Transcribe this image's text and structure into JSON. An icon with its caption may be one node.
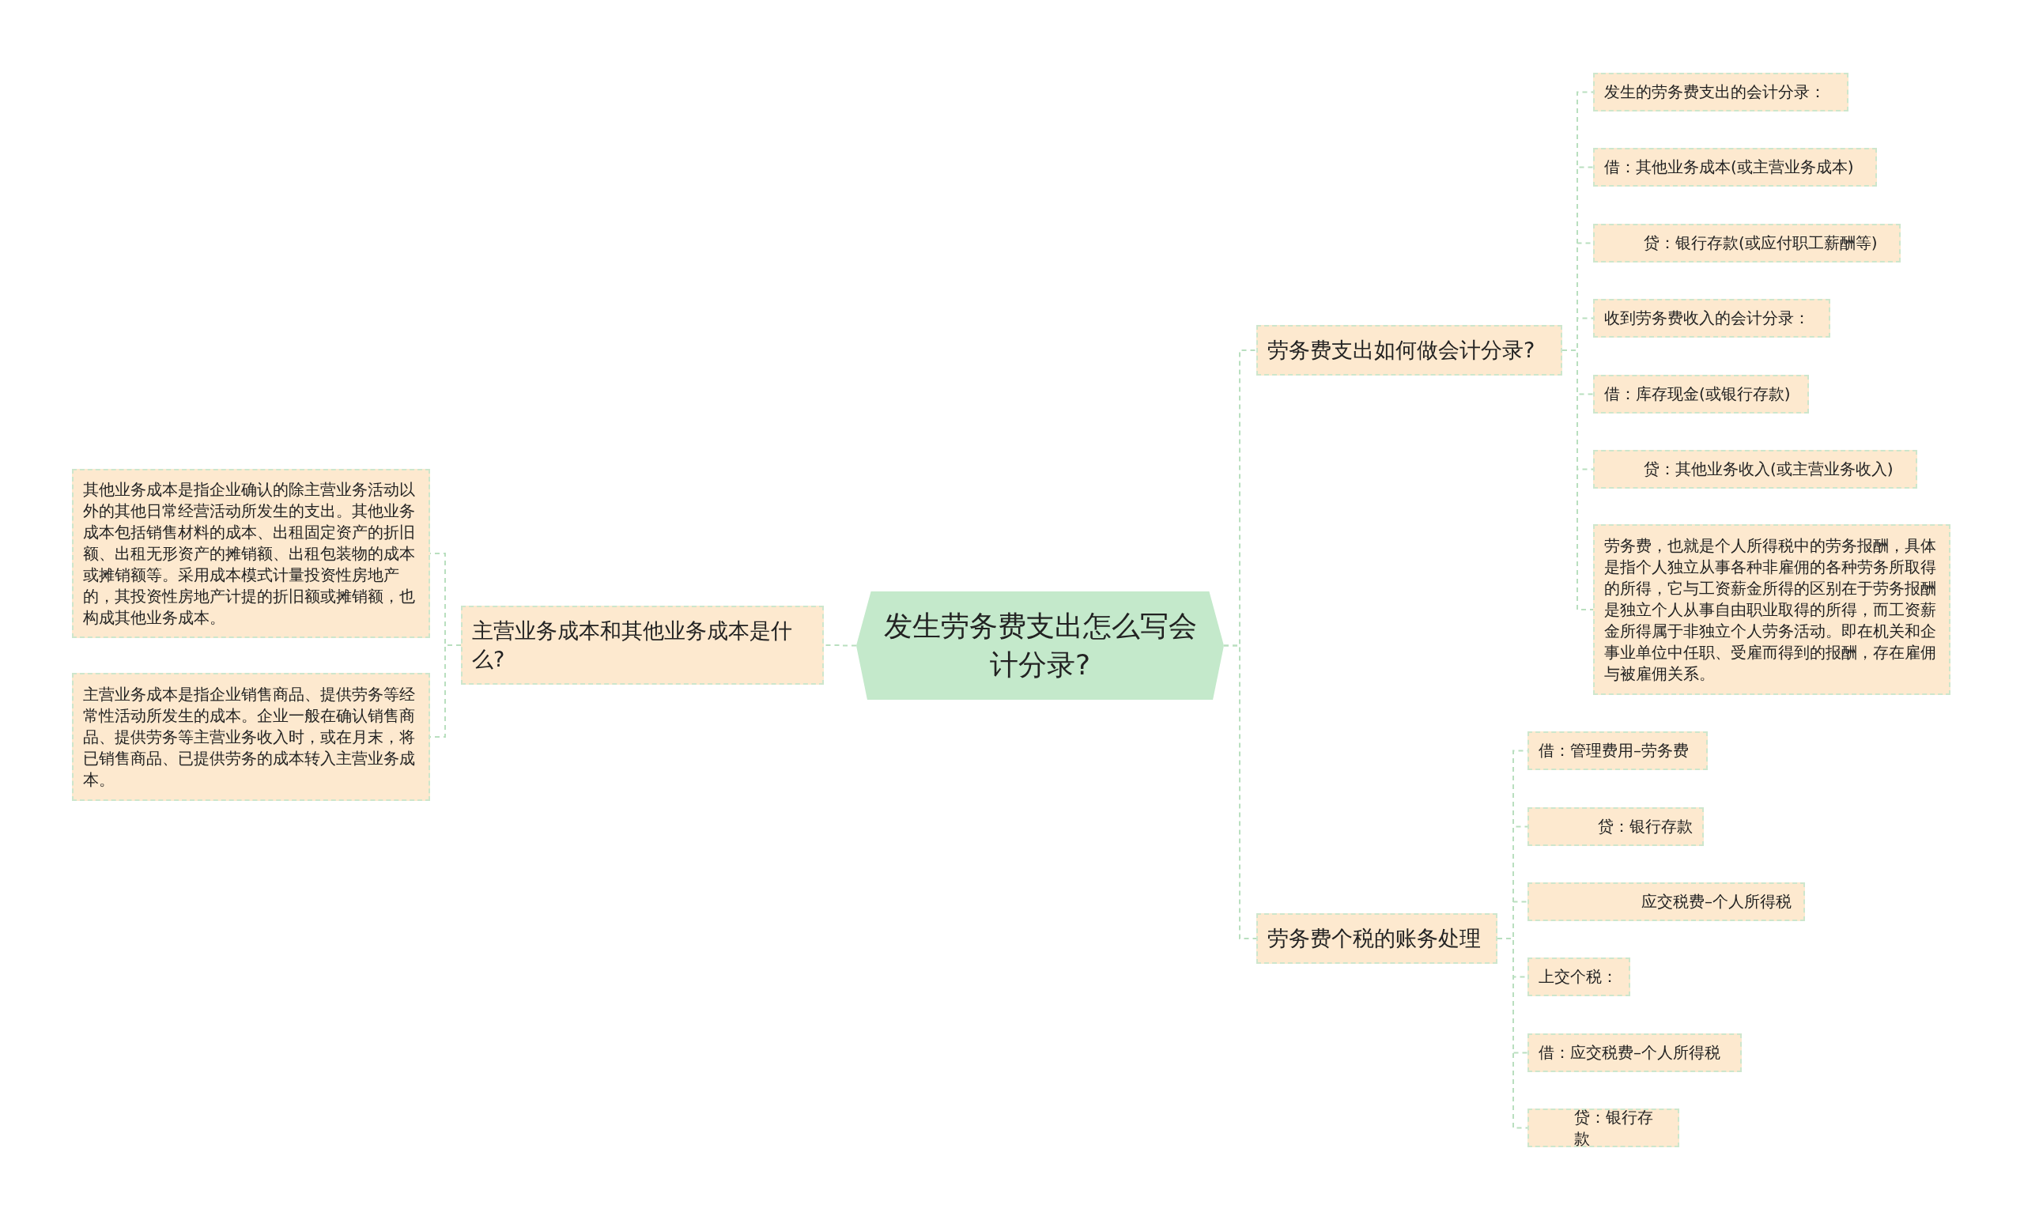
{
  "diagram": {
    "nodes": [
      {
        "text": [
          "发生劳务费支出怎么写会计分录?"
        ]
      },
      {
        "text": [
          "主营业务成本和其他业务成本是什么?"
        ]
      },
      {
        "text": [
          "其他业务成本是指企业确认的除主营业务活动以外的其他日常经营活动所发生的支出。其他业务成本包括销售材料的成本、出租固定资产的折旧额、出租无形资产的摊销额、出租包装物的成本或摊销额等。采用成本模式计量投资性房地产的，其投资性房地产计提的折旧额或摊销额，也构成其他业务成本。"
        ]
      },
      {
        "text": [
          "主营业务成本是指企业销售商品、提供劳务等经常性活动所发生的成本。企业一般在确认销售商品、提供劳务等主营业务收入时，或在月末，将已销售商品、已提供劳务的成本转入主营业务成本。"
        ]
      },
      {
        "text": [
          "劳务费支出如何做会计分录?"
        ]
      },
      {
        "text": [
          "发生的劳务费支出的会计分录："
        ]
      },
      {
        "text": [
          "借：其他业务成本(或主营业务成本)"
        ]
      },
      {
        "text": [
          "贷：银行存款(或应付职工薪酬等)"
        ]
      },
      {
        "text": [
          "收到劳务费收入的会计分录："
        ]
      },
      {
        "text": [
          "借：库存现金(或银行存款)"
        ]
      },
      {
        "text": [
          "贷：其他业务收入(或主营业务收入)"
        ]
      },
      {
        "text": [
          "劳务费，也就是个人所得税中的劳务报酬，具体是指个人独立从事各种非雇佣的各种劳务所取得的所得，它与工资薪金所得的区别在于劳务报酬是独立个人从事自由职业取得的所得，而工资薪金所得属于非独立个人劳务活动。即在机关和企事业单位中任职、受雇而得到的报酬，存在雇佣与被雇佣关系。"
        ]
      },
      {
        "text": [
          "劳务费个税的账务处理"
        ]
      },
      {
        "text": [
          "借：管理费用–劳务费"
        ]
      },
      {
        "text": [
          "贷：银行存款"
        ]
      },
      {
        "text": [
          "应交税费–个人所得税"
        ]
      },
      {
        "text": [
          "上交个税："
        ]
      },
      {
        "text": [
          "借：应交税费–个人所得税"
        ]
      },
      {
        "text": [
          "贷：银行存款"
        ]
      }
    ],
    "edges": [
      {
        "from": 0,
        "to": 1,
        "arrow": "none"
      },
      {
        "from": 1,
        "to": 2,
        "arrow": "none"
      },
      {
        "from": 1,
        "to": 3,
        "arrow": "none"
      },
      {
        "from": 0,
        "to": 4,
        "arrow": "none"
      },
      {
        "from": 0,
        "to": 12,
        "arrow": "none"
      },
      {
        "from": 4,
        "to": 5,
        "arrow": "none"
      },
      {
        "from": 4,
        "to": 6,
        "arrow": "none"
      },
      {
        "from": 4,
        "to": 7,
        "arrow": "none"
      },
      {
        "from": 4,
        "to": 8,
        "arrow": "none"
      },
      {
        "from": 4,
        "to": 9,
        "arrow": "none"
      },
      {
        "from": 4,
        "to": 10,
        "arrow": "none"
      },
      {
        "from": 4,
        "to": 11,
        "arrow": "none"
      },
      {
        "from": 12,
        "to": 13,
        "arrow": "none"
      },
      {
        "from": 12,
        "to": 14,
        "arrow": "none"
      },
      {
        "from": 12,
        "to": 15,
        "arrow": "none"
      },
      {
        "from": 12,
        "to": 16,
        "arrow": "none"
      },
      {
        "from": 12,
        "to": 17,
        "arrow": "none"
      },
      {
        "from": 12,
        "to": 18,
        "arrow": "none"
      }
    ]
  }
}
